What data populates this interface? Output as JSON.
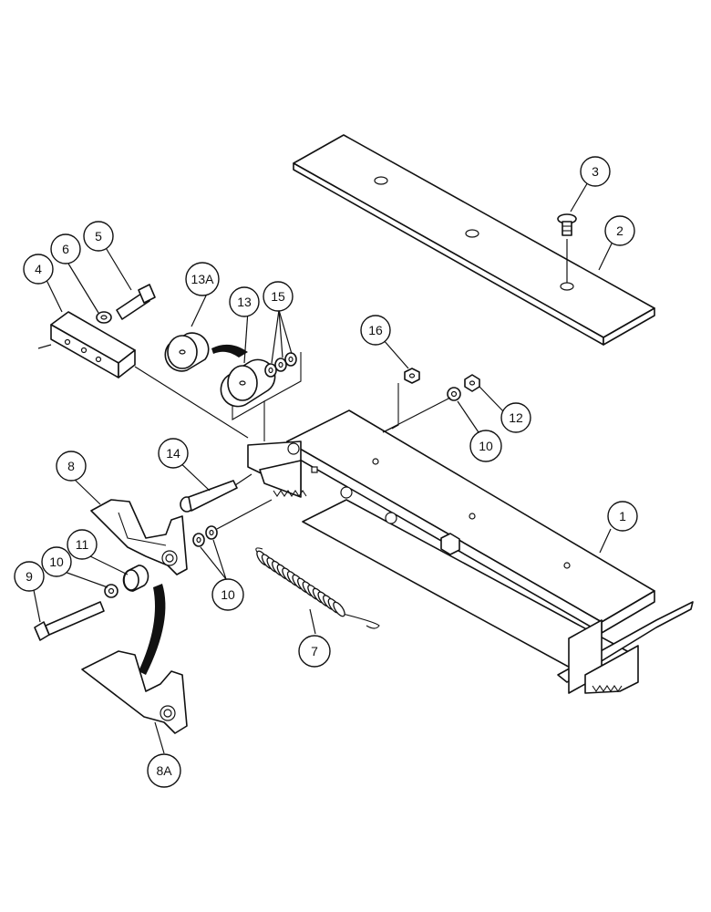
{
  "callouts": [
    {
      "id": "c1",
      "label": "1"
    },
    {
      "id": "c2",
      "label": "2"
    },
    {
      "id": "c3",
      "label": "3"
    },
    {
      "id": "c4",
      "label": "4"
    },
    {
      "id": "c5",
      "label": "5"
    },
    {
      "id": "c6",
      "label": "6"
    },
    {
      "id": "c7",
      "label": "7"
    },
    {
      "id": "c8",
      "label": "8"
    },
    {
      "id": "c8a",
      "label": "8A"
    },
    {
      "id": "c9",
      "label": "9"
    },
    {
      "id": "c10a",
      "label": "10"
    },
    {
      "id": "c10b",
      "label": "10"
    },
    {
      "id": "c10c",
      "label": "10"
    },
    {
      "id": "c11",
      "label": "11"
    },
    {
      "id": "c12",
      "label": "12"
    },
    {
      "id": "c13",
      "label": "13"
    },
    {
      "id": "c13a",
      "label": "13A"
    },
    {
      "id": "c14",
      "label": "14"
    },
    {
      "id": "c15",
      "label": "15"
    },
    {
      "id": "c16",
      "label": "16"
    }
  ]
}
